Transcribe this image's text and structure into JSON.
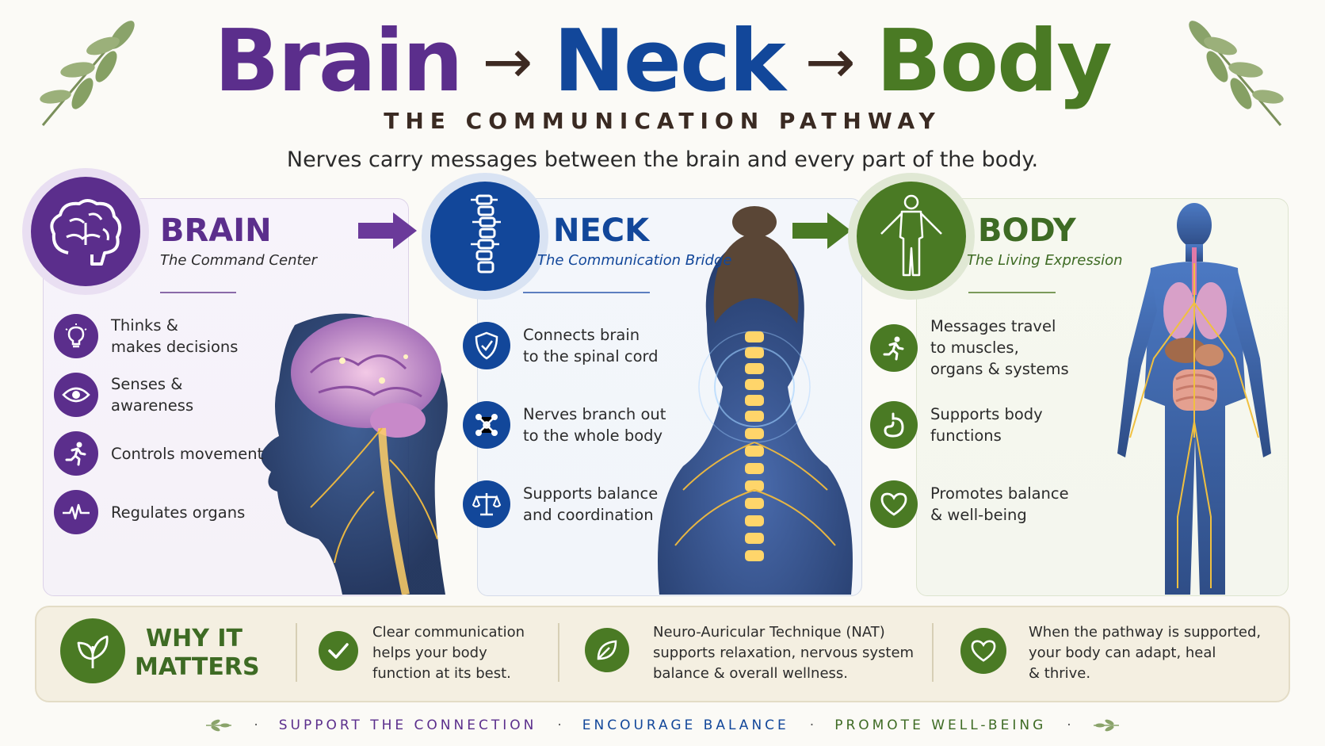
{
  "header": {
    "word_brain": "Brain",
    "arrow_1": "→",
    "word_neck": "Neck",
    "arrow_2": "→",
    "word_body": "Body",
    "subtitle": "THE COMMUNICATION PATHWAY",
    "tagline": "Nerves carry messages between the brain and every part of the body."
  },
  "colors": {
    "purple": "#5b2e8c",
    "blue": "#12479a",
    "green": "#4a7a24",
    "dark_green": "#3e6b24",
    "arrow_dark": "#3d2a22"
  },
  "brain": {
    "title": "BRAIN",
    "subtitle": "The Command Center",
    "icon": "brain-icon",
    "items": [
      {
        "icon": "lightbulb-icon",
        "text_1": "Thinks &",
        "text_2": "makes decisions"
      },
      {
        "icon": "eye-icon",
        "text_1": "Senses &",
        "text_2": "awareness"
      },
      {
        "icon": "running-person-icon",
        "text_1": "Controls movement",
        "text_2": ""
      },
      {
        "icon": "heartbeat-icon",
        "text_1": "Regulates organs",
        "text_2": ""
      }
    ]
  },
  "neck": {
    "title": "NECK",
    "subtitle": "The Communication Bridge",
    "icon": "spine-icon",
    "items": [
      {
        "icon": "shield-icon",
        "text_1": "Connects brain",
        "text_2": "to the spinal cord"
      },
      {
        "icon": "network-nodes-icon",
        "text_1": "Nerves branch out",
        "text_2": "to the whole body"
      },
      {
        "icon": "balance-scale-icon",
        "text_1": "Supports balance",
        "text_2": "and coordination"
      }
    ]
  },
  "body": {
    "title": "BODY",
    "subtitle": "The Living Expression",
    "icon": "human-figure-icon",
    "items": [
      {
        "icon": "running-person-icon",
        "text_1": "Messages travel",
        "text_2": "to muscles,",
        "text_3": "organs & systems"
      },
      {
        "icon": "stomach-icon",
        "text_1": "Supports body",
        "text_2": "functions",
        "text_3": ""
      },
      {
        "icon": "heart-icon",
        "text_1": "Promotes balance",
        "text_2": "& well-being",
        "text_3": ""
      }
    ]
  },
  "why": {
    "title_1": "WHY IT",
    "title_2": "MATTERS",
    "icon": "leaf-icon",
    "points": [
      {
        "icon": "checkmark-icon",
        "line_1": "Clear communication",
        "line_2": "helps your body",
        "line_3": "function at its best."
      },
      {
        "icon": "leaf-icon",
        "line_1": "Neuro-Auricular Technique (NAT)",
        "line_2": "supports relaxation, nervous system",
        "line_3": "balance & overall wellness."
      },
      {
        "icon": "heart-icon",
        "line_1": "When the pathway is supported,",
        "line_2": "your body can adapt, heal",
        "line_3": "& thrive."
      }
    ]
  },
  "footer": {
    "item_1": "SUPPORT THE CONNECTION",
    "sep": "·",
    "item_2": "ENCOURAGE BALANCE",
    "item_3": "PROMOTE WELL-BEING"
  }
}
